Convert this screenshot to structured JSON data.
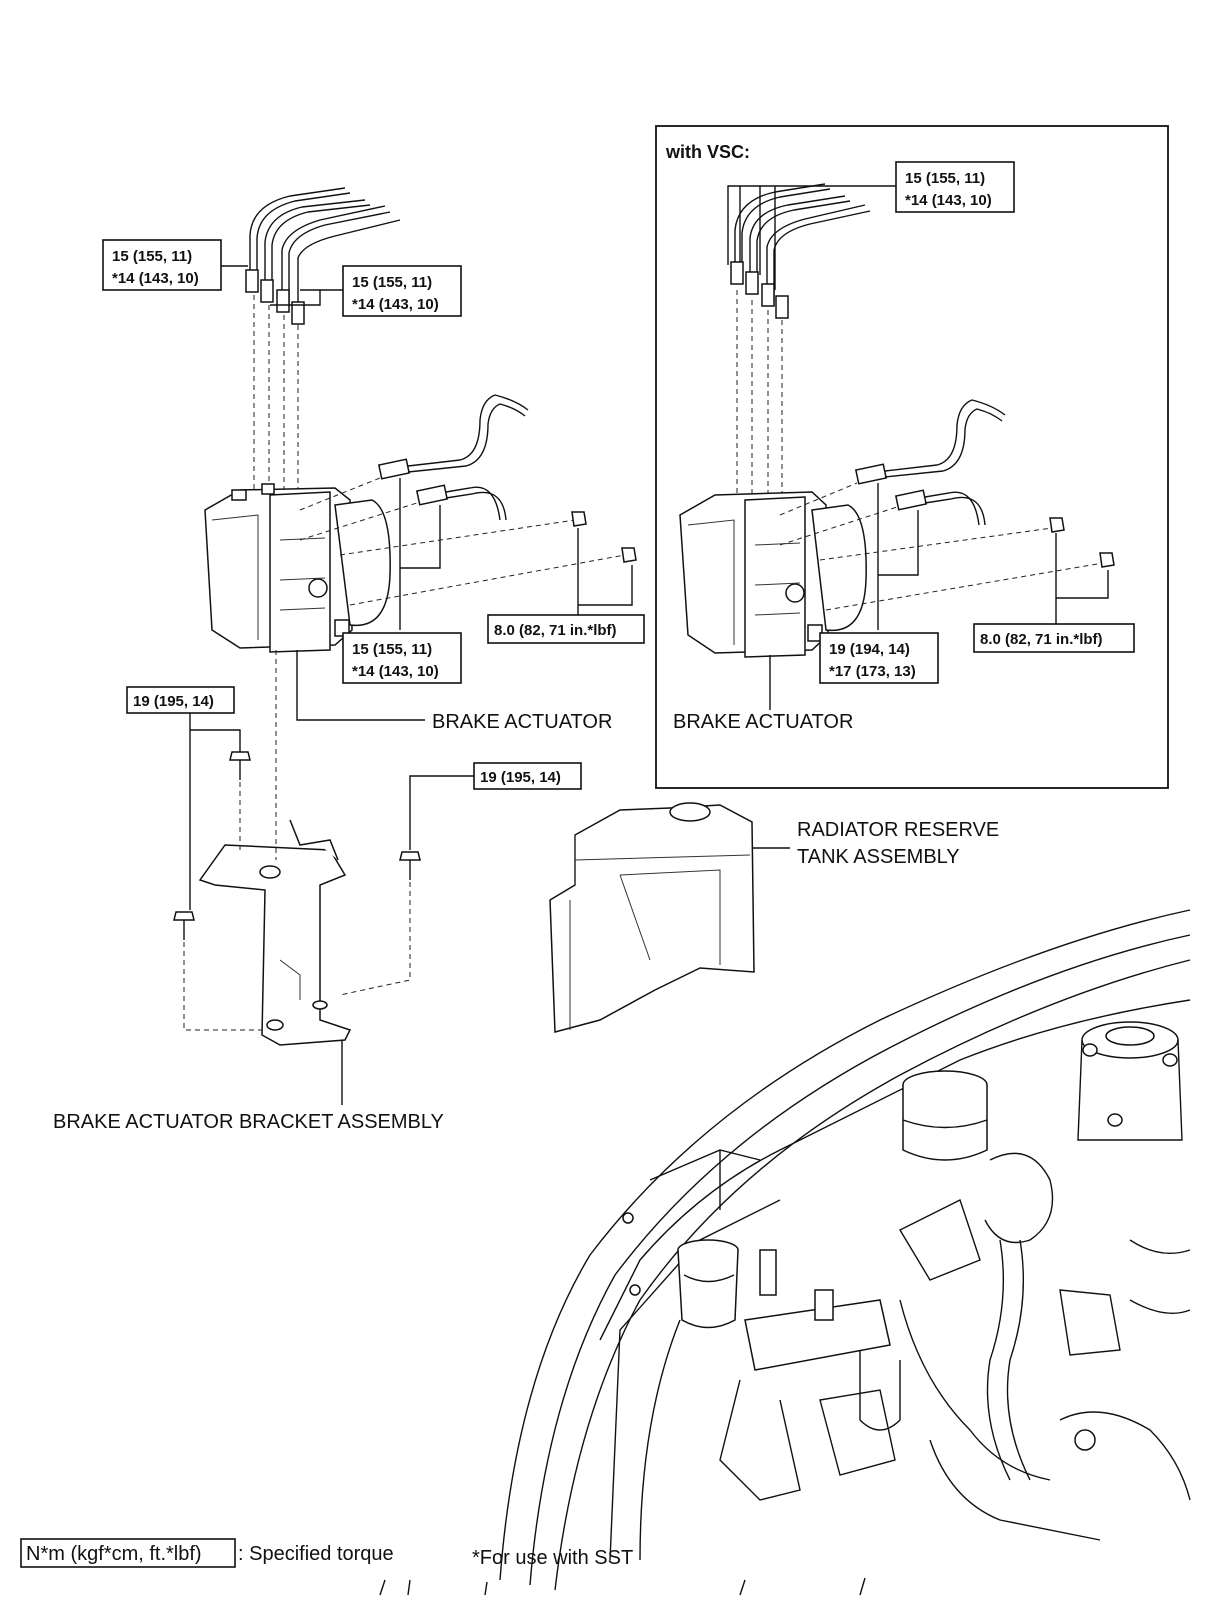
{
  "main": {
    "torque_top_left_a": [
      "15 (155, 11)",
      "*14 (143, 10)"
    ],
    "torque_top_left_b": [
      "15 (155, 11)",
      "*14 (143, 10)"
    ],
    "torque_actuator_side": [
      "15 (155, 11)",
      "*14 (143, 10)"
    ],
    "torque_nuts": "8.0 (82, 71 in.*lbf)",
    "torque_bracket_left": "19 (195, 14)",
    "torque_bracket_right": "19 (195, 14)",
    "label_brake_actuator": "BRAKE ACTUATOR",
    "label_bracket": "BRAKE ACTUATOR BRACKET ASSEMBLY",
    "label_reserve_tank": [
      "RADIATOR RESERVE",
      "TANK ASSEMBLY"
    ]
  },
  "vsc": {
    "title": "with VSC:",
    "torque_top": [
      "15 (155, 11)",
      "*14 (143, 10)"
    ],
    "torque_side": [
      "19 (194, 14)",
      "*17 (173, 13)"
    ],
    "torque_nuts": "8.0 (82, 71 in.*lbf)",
    "label_brake_actuator": "BRAKE ACTUATOR"
  },
  "legend": {
    "unit_box": "N*m (kgf*cm, ft.*lbf)",
    "unit_text": ": Specified torque",
    "sst_note": "*For use with SST"
  }
}
